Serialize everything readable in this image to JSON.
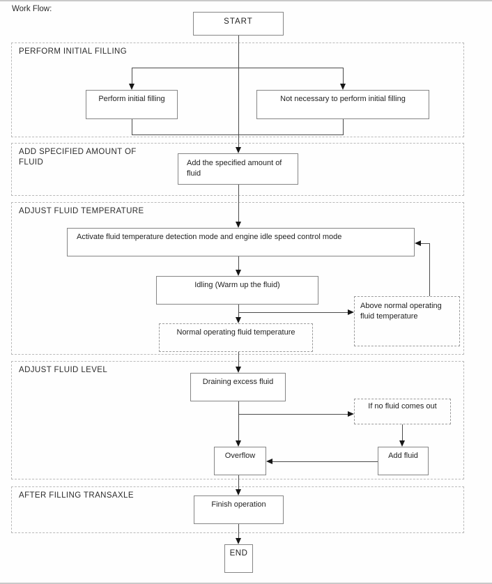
{
  "page": {
    "title": "Work Flow:"
  },
  "sections": [
    {
      "label": "PERFORM INITIAL FILLING"
    },
    {
      "label": "ADD SPECIFIED AMOUNT OF FLUID"
    },
    {
      "label": "ADJUST FLUID TEMPERATURE"
    },
    {
      "label": "ADJUST FLUID LEVEL"
    },
    {
      "label": "AFTER FILLING TRANSAXLE"
    }
  ],
  "nodes": {
    "start": "START",
    "perform_initial_filling": "Perform initial filling",
    "not_necessary": "Not necessary to perform initial filling",
    "add_specified_amount": "Add the specified amount of fluid",
    "activate_mode": "Activate fluid temperature detection mode and engine idle speed control mode",
    "idling": "Idling (Warm up the fluid)",
    "normal_temperature": "Normal operating fluid temperature",
    "above_temperature": "Above normal operating fluid temperature",
    "draining_excess": "Draining excess fluid",
    "if_no_fluid": "If no fluid comes out",
    "overflow": "Overflow",
    "add_fluid": "Add fluid",
    "finish_operation": "Finish operation",
    "end": "END"
  },
  "colors": {
    "line": "#4a4a4a",
    "arrow": "#161616",
    "box-border": "#858585",
    "dashed-box-border": "#9a9a9a",
    "section-border": "#b9b9b9",
    "text": "#1f1f1f"
  }
}
